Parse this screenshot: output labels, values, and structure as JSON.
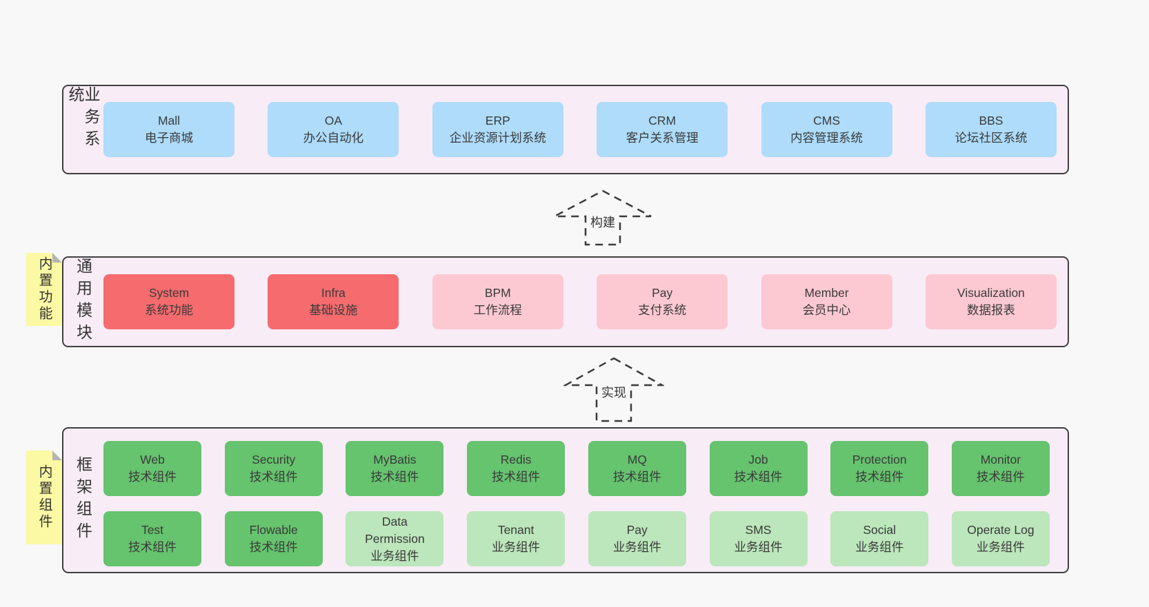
{
  "colors": {
    "page_bg": "#f8f8f8",
    "band_bg": "#f8ecf6",
    "band_border": "#3f3f3f",
    "text": "#383838",
    "blue": "#aedcfa",
    "red": "#f56b6e",
    "pink": "#fcc9d2",
    "green": "#66c36e",
    "lgreen": "#bce6bb",
    "note_bg": "#fbf9a3",
    "note_fold": "#b5b5b5"
  },
  "arrows": [
    {
      "label": "构建"
    },
    {
      "label": "实现"
    }
  ],
  "bands": [
    {
      "label": "业务系统",
      "boxes": [
        {
          "en": "Mall",
          "zh": "电子商城",
          "type": "blue"
        },
        {
          "en": "OA",
          "zh": "办公自动化",
          "type": "blue"
        },
        {
          "en": "ERP",
          "zh": "企业资源计划系统",
          "type": "blue"
        },
        {
          "en": "CRM",
          "zh": "客户关系管理",
          "type": "blue"
        },
        {
          "en": "CMS",
          "zh": "内容管理系统",
          "type": "blue"
        },
        {
          "en": "BBS",
          "zh": "论坛社区系统",
          "type": "blue"
        }
      ]
    },
    {
      "label": "通用模块",
      "note": "内置功能",
      "boxes": [
        {
          "en": "System",
          "zh": "系统功能",
          "type": "red"
        },
        {
          "en": "Infra",
          "zh": "基础设施",
          "type": "red"
        },
        {
          "en": "BPM",
          "zh": "工作流程",
          "type": "pink"
        },
        {
          "en": "Pay",
          "zh": "支付系统",
          "type": "pink"
        },
        {
          "en": "Member",
          "zh": "会员中心",
          "type": "pink"
        },
        {
          "en": "Visualization",
          "zh": "数据报表",
          "type": "pink"
        }
      ]
    },
    {
      "label": "框架组件",
      "note": "内置组件",
      "rows": [
        [
          {
            "en": "Web",
            "zh": "技术组件",
            "type": "green"
          },
          {
            "en": "Security",
            "zh": "技术组件",
            "type": "green"
          },
          {
            "en": "MyBatis",
            "zh": "技术组件",
            "type": "green"
          },
          {
            "en": "Redis",
            "zh": "技术组件",
            "type": "green"
          },
          {
            "en": "MQ",
            "zh": "技术组件",
            "type": "green"
          },
          {
            "en": "Job",
            "zh": "技术组件",
            "type": "green"
          },
          {
            "en": "Protection",
            "zh": "技术组件",
            "type": "green"
          },
          {
            "en": "Monitor",
            "zh": "技术组件",
            "type": "green"
          }
        ],
        [
          {
            "en": "Test",
            "zh": "技术组件",
            "type": "green"
          },
          {
            "en": "Flowable",
            "zh": "技术组件",
            "type": "green"
          },
          {
            "en": "Data Permission",
            "zh": "业务组件",
            "type": "lgreen"
          },
          {
            "en": "Tenant",
            "zh": "业务组件",
            "type": "lgreen"
          },
          {
            "en": "Pay",
            "zh": "业务组件",
            "type": "lgreen"
          },
          {
            "en": "SMS",
            "zh": "业务组件",
            "type": "lgreen"
          },
          {
            "en": "Social",
            "zh": "业务组件",
            "type": "lgreen"
          },
          {
            "en": "Operate Log",
            "zh": "业务组件",
            "type": "lgreen"
          }
        ]
      ]
    }
  ]
}
